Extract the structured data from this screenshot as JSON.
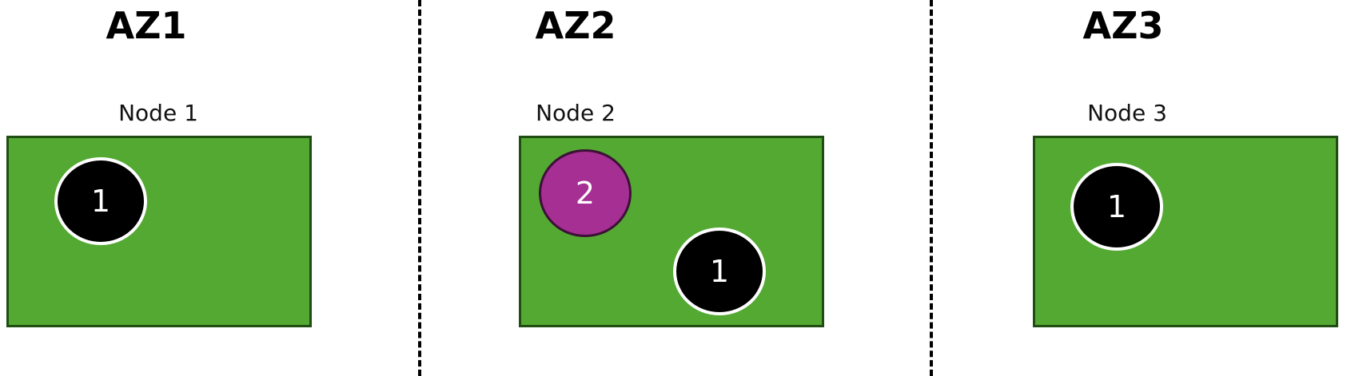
{
  "zones": [
    {
      "title": "AZ1",
      "node": {
        "label": "Node 1",
        "pods": [
          {
            "label": "1",
            "type": "black"
          }
        ]
      }
    },
    {
      "title": "AZ2",
      "node": {
        "label": "Node 2",
        "pods": [
          {
            "label": "2",
            "type": "purple"
          },
          {
            "label": "1",
            "type": "black"
          }
        ]
      }
    },
    {
      "title": "AZ3",
      "node": {
        "label": "Node 3",
        "pods": [
          {
            "label": "1",
            "type": "black"
          }
        ]
      }
    }
  ],
  "colors": {
    "node_fill": "#53a932",
    "node_border": "#1f4d12",
    "pod_black": "#000000",
    "pod_purple": "#a62f93",
    "divider": "#000000"
  }
}
